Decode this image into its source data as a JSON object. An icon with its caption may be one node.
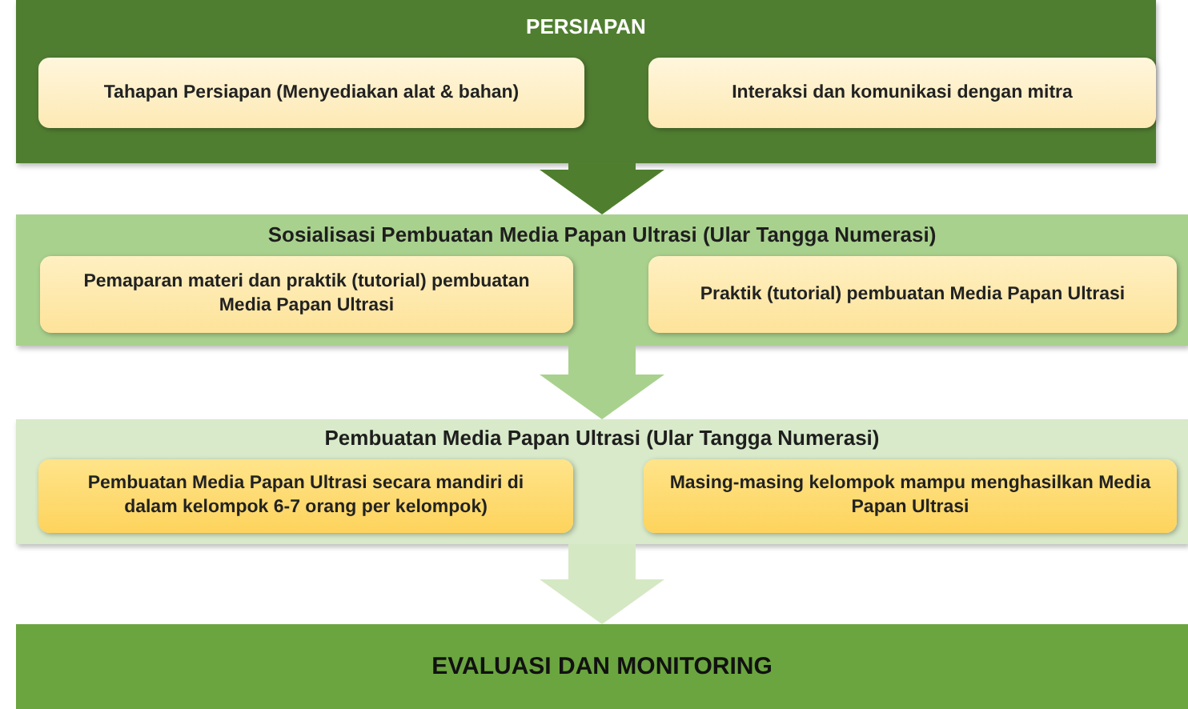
{
  "diagram": {
    "nodes": [
      {
        "text": [
          "PERSIAPAN"
        ]
      },
      {
        "text": [
          "Tahapan Persiapan  (Menyediakan alat & bahan)"
        ],
        "in": 0
      },
      {
        "text": [
          "Interaksi  dan komunikasi dengan mitra"
        ],
        "in": 0
      },
      {
        "text": [
          "Sosialisasi Pembuatan Media Papan Ultrasi (Ular Tangga Numerasi)"
        ]
      },
      {
        "text": [
          "Pemaparan materi  dan praktik (tutorial) pembuatan Media Papan Ultrasi"
        ],
        "in": 3
      },
      {
        "text": [
          "Praktik (tutorial) pembuatan Media Papan Ultrasi"
        ],
        "in": 3
      },
      {
        "text": [
          "Pembuatan Media Papan Ultrasi  (Ular Tangga Numerasi)"
        ]
      },
      {
        "text": [
          "Pembuatan Media Papan Ultrasi secara mandiri di dalam kelompok 6-7 orang per kelompok)"
        ],
        "in": 6
      },
      {
        "text": [
          "Masing-masing kelompok mampu menghasilkan Media Papan Ultrasi"
        ],
        "in": 6
      },
      {
        "text": [
          "EVALUASI DAN MONITORING"
        ]
      }
    ],
    "edges": [
      {
        "from": 0,
        "to": 3,
        "arrow": "to",
        "color": "#4f7f2e"
      },
      {
        "from": 3,
        "to": 6,
        "arrow": "to",
        "color": "#a9d18e"
      },
      {
        "from": 6,
        "to": 9,
        "arrow": "to",
        "color": "#d5e8c4"
      }
    ]
  }
}
